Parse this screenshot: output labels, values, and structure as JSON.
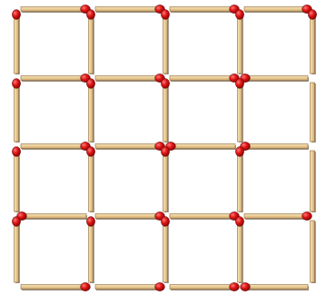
{
  "puzzle": {
    "type": "matchstick-grid",
    "grid": {
      "rows": 4,
      "cols": 4
    },
    "square_count": 16,
    "colors": {
      "background": "#ffffff",
      "stick_light": "#f3dcae",
      "stick_dark": "#d6b27a",
      "stick_outline": "#8c6a3a",
      "head_light": "#ff4a4a",
      "head_dark": "#b00000"
    },
    "horizontal_matches": [
      {
        "row": 0,
        "col": 0,
        "head": "end"
      },
      {
        "row": 0,
        "col": 1,
        "head": "end"
      },
      {
        "row": 0,
        "col": 2,
        "head": "end"
      },
      {
        "row": 0,
        "col": 3,
        "head": "end"
      },
      {
        "row": 1,
        "col": 0,
        "head": "end"
      },
      {
        "row": 1,
        "col": 1,
        "head": "end"
      },
      {
        "row": 1,
        "col": 2,
        "head": "end"
      },
      {
        "row": 1,
        "col": 3,
        "head": "start"
      },
      {
        "row": 2,
        "col": 0,
        "head": "end"
      },
      {
        "row": 2,
        "col": 1,
        "head": "end"
      },
      {
        "row": 2,
        "col": 2,
        "head": "start"
      },
      {
        "row": 2,
        "col": 3,
        "head": "start"
      },
      {
        "row": 3,
        "col": 0,
        "head": "start"
      },
      {
        "row": 3,
        "col": 1,
        "head": "end"
      },
      {
        "row": 3,
        "col": 2,
        "head": "end"
      },
      {
        "row": 3,
        "col": 3,
        "head": "end"
      },
      {
        "row": 4,
        "col": 0,
        "head": "end"
      },
      {
        "row": 4,
        "col": 1,
        "head": "end"
      },
      {
        "row": 4,
        "col": 2,
        "head": "end"
      },
      {
        "row": 4,
        "col": 3,
        "head": "start"
      }
    ],
    "vertical_matches": [
      {
        "row": 0,
        "col": 0,
        "head": "start"
      },
      {
        "row": 0,
        "col": 1,
        "head": "start"
      },
      {
        "row": 0,
        "col": 2,
        "head": "start"
      },
      {
        "row": 0,
        "col": 3,
        "head": "start"
      },
      {
        "row": 0,
        "col": 4,
        "head": "start"
      },
      {
        "row": 1,
        "col": 0,
        "head": "start"
      },
      {
        "row": 1,
        "col": 1,
        "head": "start"
      },
      {
        "row": 1,
        "col": 2,
        "head": "start"
      },
      {
        "row": 1,
        "col": 3,
        "head": "start"
      },
      {
        "row": 1,
        "col": 4,
        "head": "none"
      },
      {
        "row": 2,
        "col": 0,
        "head": "start"
      },
      {
        "row": 2,
        "col": 1,
        "head": "start"
      },
      {
        "row": 2,
        "col": 2,
        "head": "start"
      },
      {
        "row": 2,
        "col": 3,
        "head": "start"
      },
      {
        "row": 2,
        "col": 4,
        "head": "none"
      },
      {
        "row": 3,
        "col": 0,
        "head": "start"
      },
      {
        "row": 3,
        "col": 1,
        "head": "start"
      },
      {
        "row": 3,
        "col": 2,
        "head": "start"
      },
      {
        "row": 3,
        "col": 3,
        "head": "start"
      },
      {
        "row": 3,
        "col": 4,
        "head": "none"
      }
    ]
  }
}
